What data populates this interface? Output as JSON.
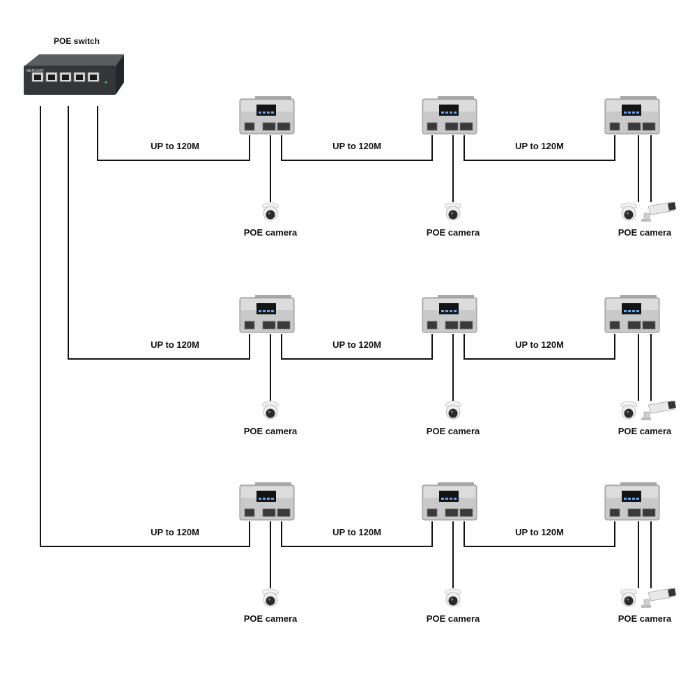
{
  "switch": {
    "title": "POE switch",
    "brand": "MERCURY",
    "port_count": 5
  },
  "link_label": "UP to 120M",
  "camera_label": "POE camera",
  "rows": [
    {
      "extenders": [
        {
          "link_label": "UP to 120M",
          "cameras": [
            "dome-camera-icon"
          ],
          "camera_label": "POE camera"
        },
        {
          "link_label": "UP to 120M",
          "cameras": [
            "dome-camera-icon"
          ],
          "camera_label": "POE camera"
        },
        {
          "link_label": "UP to 120M",
          "cameras": [
            "dome-camera-icon",
            "bullet-camera-icon"
          ],
          "camera_label": "POE camera"
        }
      ]
    },
    {
      "extenders": [
        {
          "link_label": "UP to 120M",
          "cameras": [
            "dome-camera-icon"
          ],
          "camera_label": "POE camera"
        },
        {
          "link_label": "UP to 120M",
          "cameras": [
            "dome-camera-icon"
          ],
          "camera_label": "POE camera"
        },
        {
          "link_label": "UP to 120M",
          "cameras": [
            "dome-camera-icon",
            "bullet-camera-icon"
          ],
          "camera_label": "POE camera"
        }
      ]
    },
    {
      "extenders": [
        {
          "link_label": "UP to 120M",
          "cameras": [
            "dome-camera-icon"
          ],
          "camera_label": "POE camera"
        },
        {
          "link_label": "UP to 120M",
          "cameras": [
            "dome-camera-icon"
          ],
          "camera_label": "POE camera"
        },
        {
          "link_label": "UP to 120M",
          "cameras": [
            "dome-camera-icon",
            "bullet-camera-icon"
          ],
          "camera_label": "POE camera"
        }
      ]
    }
  ],
  "colors": {
    "wire": "#111111",
    "switch_body": "#3a3c40",
    "extender_body": "#c9c9c9",
    "camera_dark": "#2a2a2a"
  }
}
